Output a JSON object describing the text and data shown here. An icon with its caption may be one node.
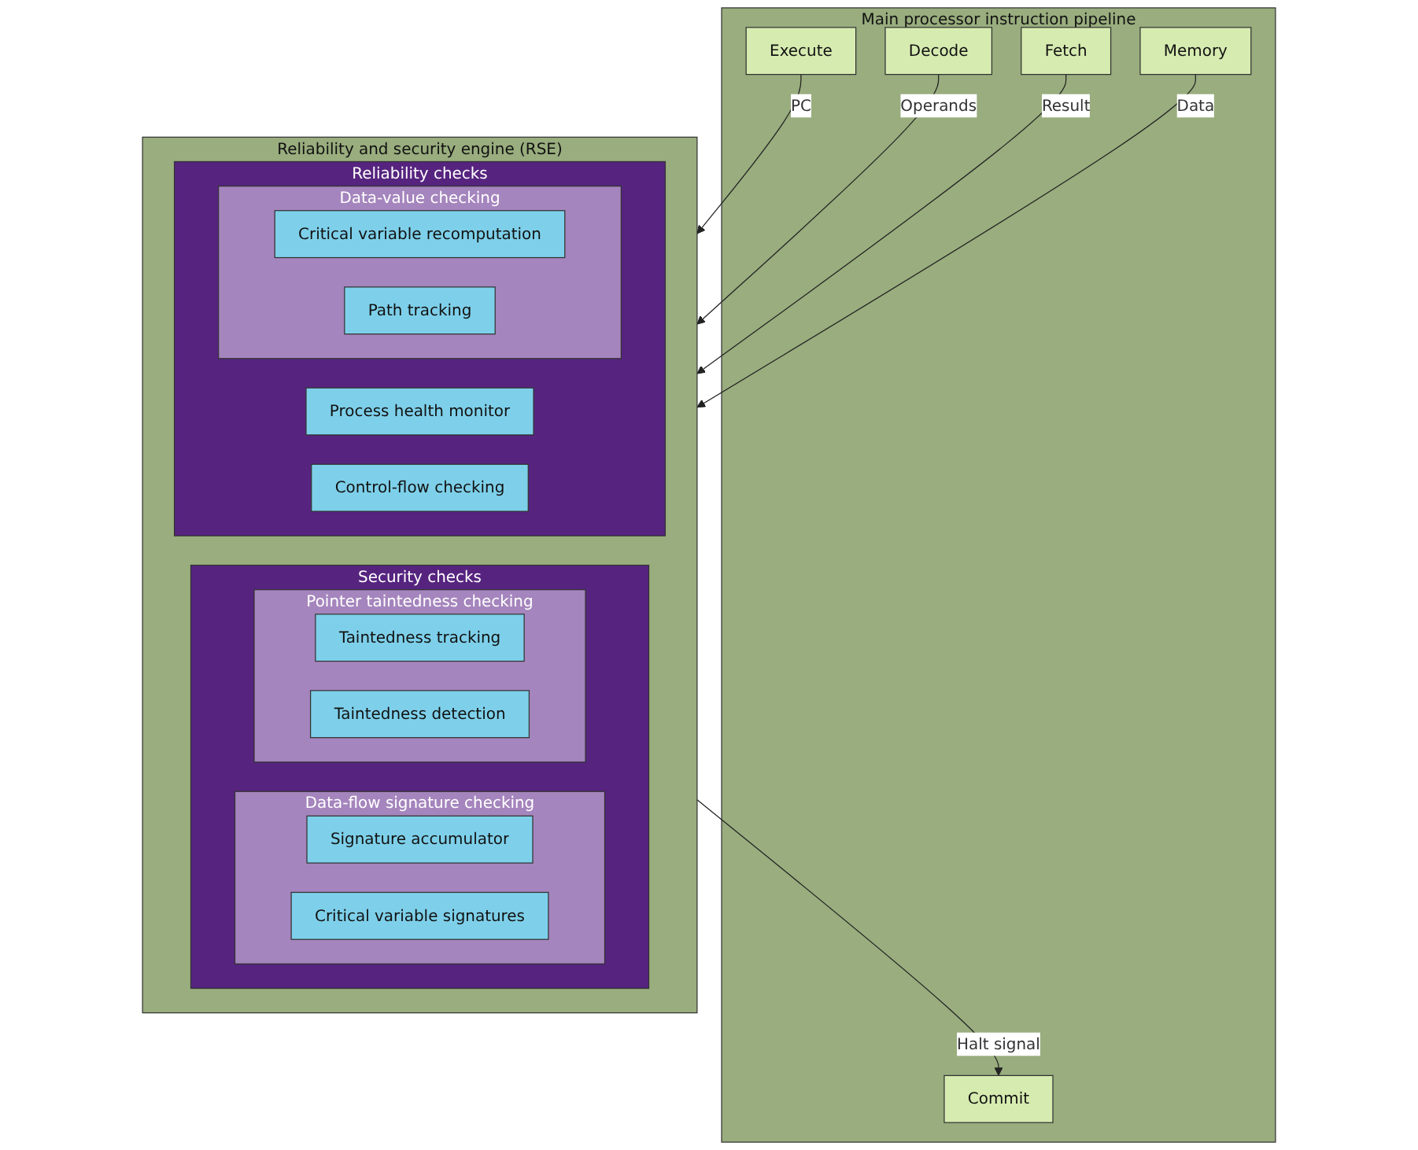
{
  "diagram": {
    "nodes": [
      {
        "text": [
          "Main processor instruction pipeline"
        ]
      },
      {
        "text": [
          "Execute"
        ],
        "in": 0
      },
      {
        "text": [
          "Decode"
        ],
        "in": 0
      },
      {
        "text": [
          "Fetch"
        ],
        "in": 0
      },
      {
        "text": [
          "Memory"
        ],
        "in": 0
      },
      {
        "text": [
          "Commit"
        ],
        "in": 0
      },
      {
        "text": [
          "Reliability and security engine (RSE)"
        ]
      },
      {
        "text": [
          "Security checks"
        ],
        "in": 6
      },
      {
        "text": [
          "Data-flow signature checking"
        ],
        "in": 7
      },
      {
        "text": [
          "Signature accumulator"
        ],
        "in": 8
      },
      {
        "text": [
          "Critical variable signatures"
        ],
        "in": 8
      },
      {
        "text": [
          "Pointer taintedness checking"
        ],
        "in": 7
      },
      {
        "text": [
          "Taintedness tracking"
        ],
        "in": 11
      },
      {
        "text": [
          "Taintedness detection"
        ],
        "in": 11
      },
      {
        "text": [
          "Reliability checks"
        ],
        "in": 6
      },
      {
        "text": [
          "Data-value checking"
        ],
        "in": 14
      },
      {
        "text": [
          "Critical variable recomputation"
        ],
        "in": 15
      },
      {
        "text": [
          "Path tracking"
        ],
        "in": 15
      },
      {
        "text": [
          "Process health monitor"
        ],
        "in": 14
      },
      {
        "text": [
          "Control-flow checking"
        ],
        "in": 14
      }
    ],
    "edges": [
      {
        "from": 1,
        "to": 6,
        "arrow": "to",
        "label": "PC"
      },
      {
        "from": 2,
        "to": 6,
        "arrow": "to",
        "label": "Operands"
      },
      {
        "from": 3,
        "to": 6,
        "arrow": "to",
        "label": "Result"
      },
      {
        "from": 4,
        "to": 6,
        "arrow": "to",
        "label": "Data"
      },
      {
        "from": 6,
        "to": 5,
        "arrow": "to",
        "label": "Halt signal"
      }
    ]
  }
}
